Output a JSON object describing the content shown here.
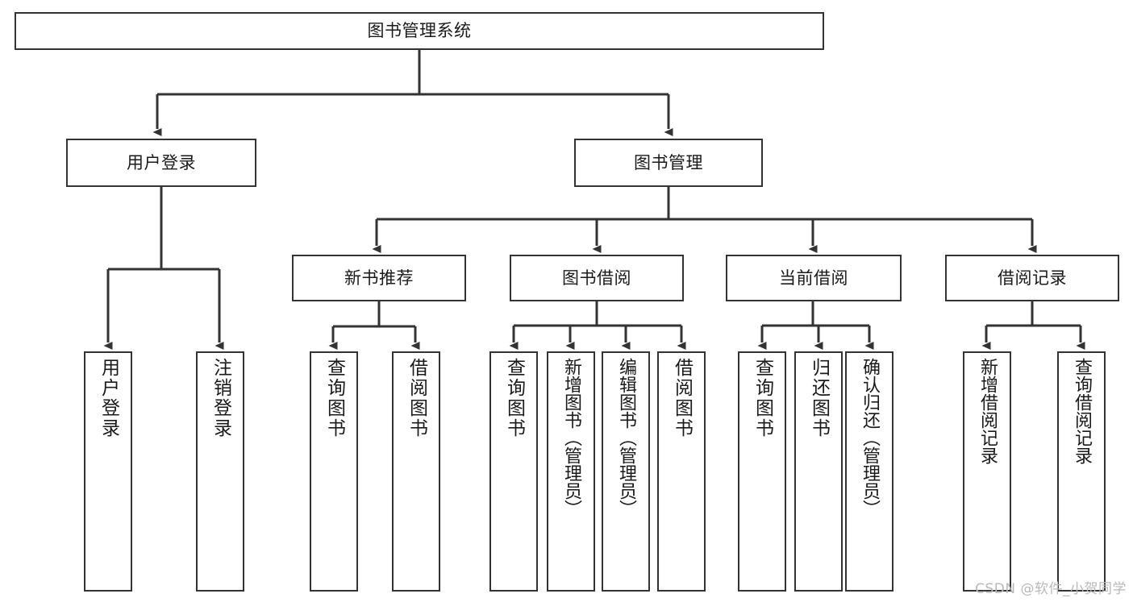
{
  "diagram": {
    "title": "图书管理系统",
    "type": "tree-hierarchy-diagram",
    "colors": {
      "box_border": "#333333",
      "box_fill": "#ffffff",
      "text": "#1a1a1a",
      "connector": "#333333",
      "watermark": "#b9b9b9",
      "background": "#ffffff"
    },
    "root": {
      "label": "图书管理系统"
    },
    "level2": [
      {
        "label": "用户登录"
      },
      {
        "label": "图书管理"
      }
    ],
    "level3": [
      {
        "label": "新书推荐"
      },
      {
        "label": "图书借阅"
      },
      {
        "label": "当前借阅"
      },
      {
        "label": "借阅记录"
      }
    ],
    "leaves": {
      "user_login": [
        {
          "label": "用户登录"
        },
        {
          "label": "注销登录"
        }
      ],
      "new_book_recommend": [
        {
          "label": "查询图书"
        },
        {
          "label": "借阅图书"
        }
      ],
      "book_borrow": [
        {
          "label": "查询图书"
        },
        {
          "label": "新增图书（管理员）"
        },
        {
          "label": "编辑图书（管理员）"
        },
        {
          "label": "借阅图书"
        }
      ],
      "current_borrow": [
        {
          "label": "查询图书"
        },
        {
          "label": "归还图书"
        },
        {
          "label": "确认归还（管理员）"
        }
      ],
      "borrow_record": [
        {
          "label": "新增借阅记录"
        },
        {
          "label": "查询借阅记录"
        }
      ]
    }
  },
  "watermark": {
    "text": "CSDN @软件_小贺同学"
  }
}
